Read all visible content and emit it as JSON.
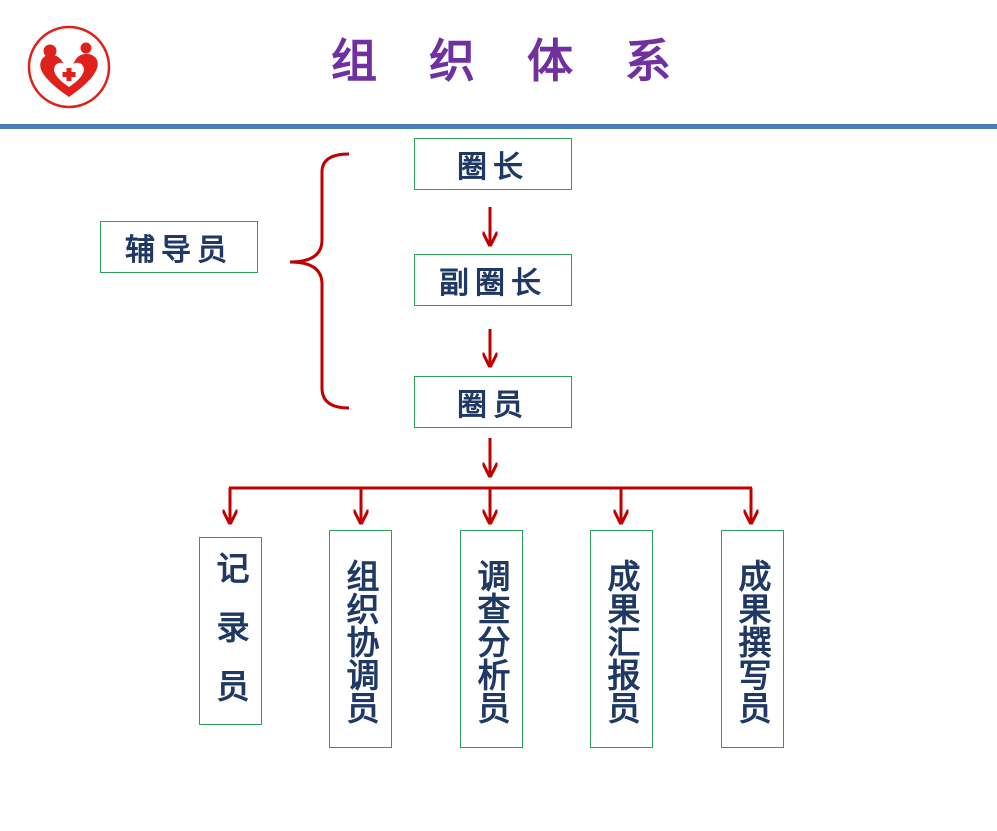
{
  "title": "组 织 体 系",
  "logo": {
    "icon": "heart-cross-logo-icon",
    "colors": {
      "red": "#e0201b",
      "white": "#ffffff"
    }
  },
  "colors": {
    "title": "#7030a0",
    "rule": "#4a7ebb",
    "connector": "#c00000",
    "box_border": "#2e9e5b",
    "box_text": "#1f3864"
  },
  "counselor": "辅导员",
  "hierarchy": {
    "leader": "圈长",
    "deputy": "副圈长",
    "member": "圈员"
  },
  "roles": [
    "记录员",
    "组织协调员",
    "调查分析员",
    "成果汇报员",
    "成果撰写员"
  ]
}
